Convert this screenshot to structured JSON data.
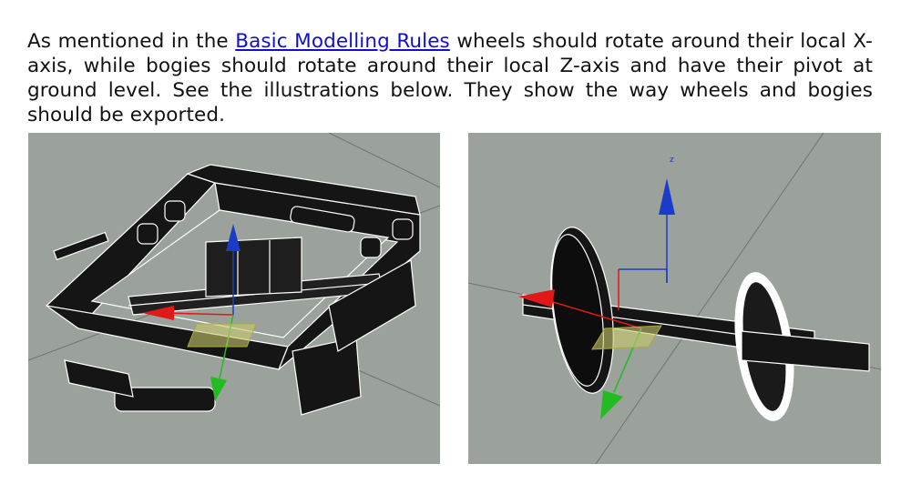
{
  "paragraph": {
    "before_link": "As mentioned in the ",
    "link_text": "Basic Modelling Rules",
    "after_link": " wheels should rotate around their local X-axis, while bogies should rotate around their local Z-axis and have their pivot at ground level. See the illustrations below. They show the way wheels and bogies should be exported."
  },
  "figures": {
    "wheel": {
      "z_axis_label": "z"
    }
  },
  "colors": {
    "link": "#1010cc",
    "viewport_bg": "#9aa29b",
    "z_axis": "#1a3cc8",
    "x_axis": "#e01818",
    "y_axis": "#22bb22"
  }
}
